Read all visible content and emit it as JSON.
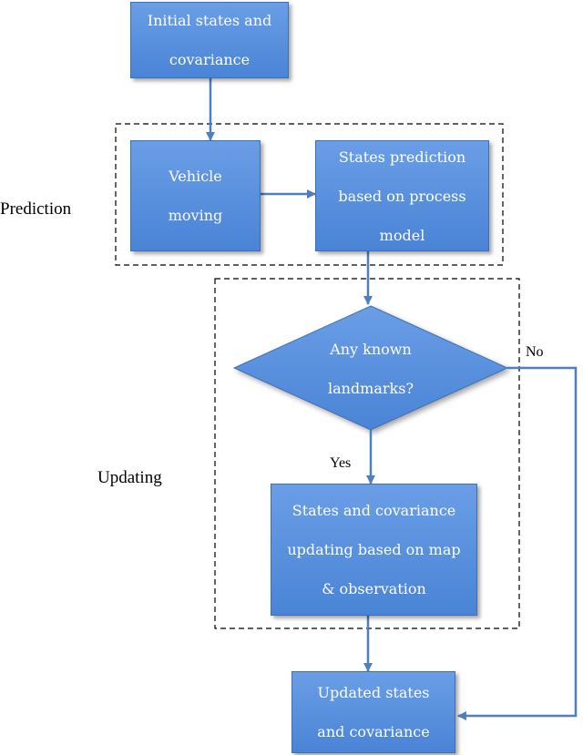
{
  "nodes": {
    "initial": "Initial states and\ncovariance",
    "vehicle": "Vehicle\nmoving",
    "prediction_box": "States prediction\nbased on process\nmodel",
    "decision": "Any known\nlandmarks?",
    "update": "States and covariance\nupdating based on map\n& observation",
    "result": "Updated states\nand covariance"
  },
  "groups": {
    "prediction": "Prediction",
    "updating": "Updating"
  },
  "edge_labels": {
    "yes": "Yes",
    "no": "No"
  },
  "colors": {
    "node_fill": "#5b93e0",
    "node_border": "#3d6fb8",
    "connector": "#4f7fbf",
    "dashed_border": "#000000"
  }
}
